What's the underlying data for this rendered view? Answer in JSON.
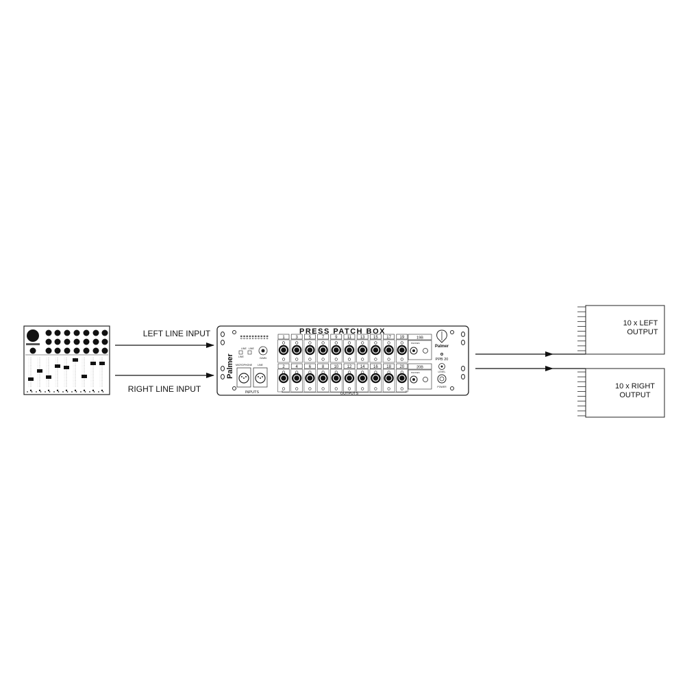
{
  "diagram": {
    "input_labels": {
      "left": "LEFT LINE INPUT",
      "right": "RIGHT LINE INPUT"
    },
    "device": {
      "title": "PRESS PATCH BOX",
      "brand": "Palmer",
      "model": "PPB 20",
      "top_row_numbers": [
        "1",
        "3",
        "5",
        "7",
        "9",
        "11",
        "13",
        "15",
        "17",
        "19"
      ],
      "bottom_row_numbers": [
        "2",
        "4",
        "6",
        "8",
        "10",
        "12",
        "14",
        "16",
        "18",
        "20"
      ],
      "top_extra": "19B",
      "bottom_extra": "20B",
      "inputs_label": "INPUTS",
      "outputs_label": "OUTPUTS",
      "level_label": "LEVEL",
      "power_label": "POWER",
      "microphone_label": "MICROPHONE",
      "line_label": "LINE",
      "gain_label": "GAIN",
      "phones_label": "PHONES",
      "mic_line_label": "LINE"
    },
    "output_labels": {
      "left": [
        "10 x LEFT",
        "OUTPUT"
      ],
      "right": [
        "10 x RIGHT",
        "OUTPUT"
      ]
    }
  }
}
